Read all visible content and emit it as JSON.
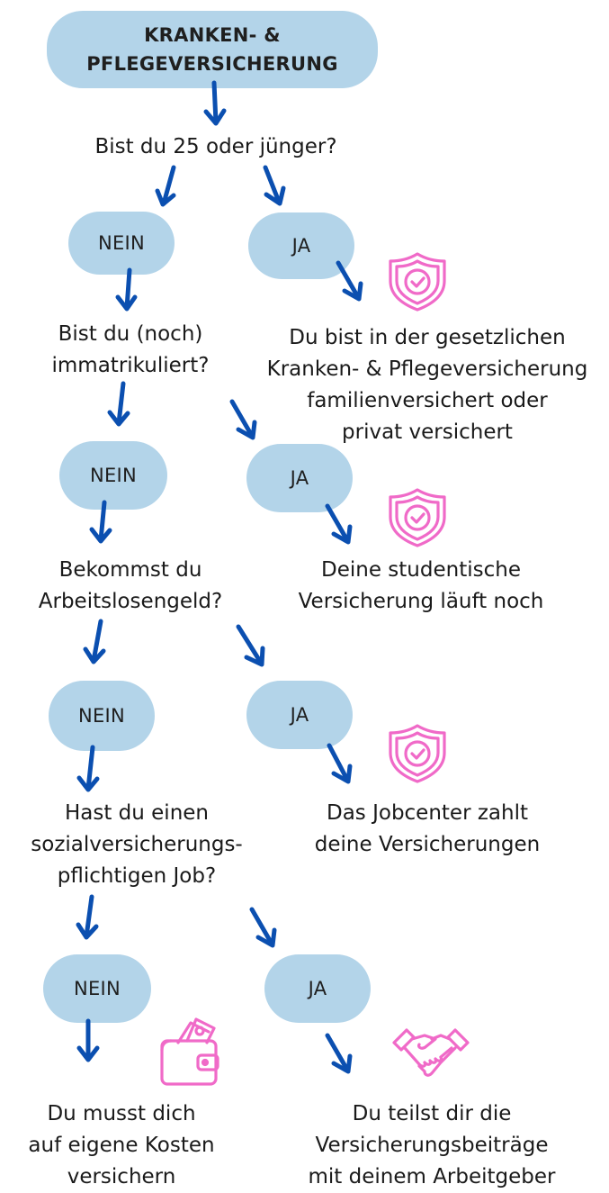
{
  "title": {
    "line1": "KRANKEN- &",
    "line2": "PFLEGEVERSICHERUNG"
  },
  "q1": {
    "question": "Bist du 25 oder jünger?",
    "no": "NEIN",
    "yes": "JA",
    "result": [
      "Du bist in der gesetzlichen",
      "Kranken- & Pflegeversicherung",
      "familienversichert oder",
      "privat versichert"
    ]
  },
  "q2": {
    "question": [
      "Bist du (noch)",
      "immatrikuliert?"
    ],
    "no": "NEIN",
    "yes": "JA",
    "result": [
      "Deine studentische",
      "Versicherung läuft noch"
    ]
  },
  "q3": {
    "question": [
      "Bekommst du",
      "Arbeitslosengeld?"
    ],
    "no": "NEIN",
    "yes": "JA",
    "result": [
      "Das Jobcenter zahlt",
      "deine Versicherungen"
    ]
  },
  "q4": {
    "question": [
      "Hast du einen",
      "sozialversicherungs-",
      "pflichtigen Job?"
    ],
    "no": "NEIN",
    "yes": "JA",
    "result_no": [
      "Du musst dich",
      "auf eigene Kosten",
      "versichern"
    ],
    "result_yes": [
      "Du teilst dir die",
      "Versicherungsbeiträge",
      "mit deinem Arbeitgeber"
    ]
  },
  "colors": {
    "pill": "#b3d4e9",
    "arrow": "#0b4fb0",
    "icon": "#f06ac8"
  },
  "icons": [
    "shield-check-icon",
    "shield-check-icon",
    "shield-check-icon",
    "wallet-icon",
    "handshake-icon"
  ]
}
